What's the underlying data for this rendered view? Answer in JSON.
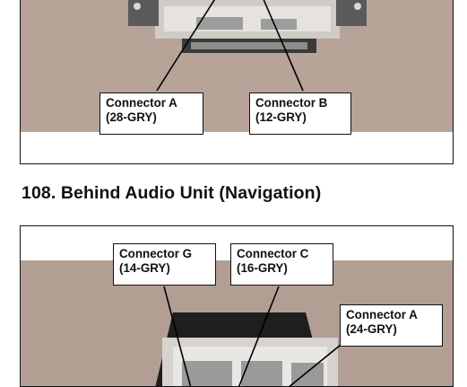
{
  "figure_107": {
    "callouts": [
      {
        "name": "Connector A",
        "spec": "(28-GRY)"
      },
      {
        "name": "Connector B",
        "spec": "(12-GRY)"
      }
    ]
  },
  "figure_108": {
    "title": "108.  Behind Audio Unit (Navigation)",
    "callouts": [
      {
        "name": "Connector G",
        "spec": "(14-GRY)"
      },
      {
        "name": "Connector C",
        "spec": "(16-GRY)"
      },
      {
        "name": "Connector A",
        "spec": "(24-GRY)"
      }
    ]
  },
  "colors": {
    "backdrop": "#b59f93",
    "unit_silver": "#d9d6d2",
    "unit_dark": "#2a2a2a",
    "leader": "#000000",
    "callout_bg": "#ffffff"
  }
}
